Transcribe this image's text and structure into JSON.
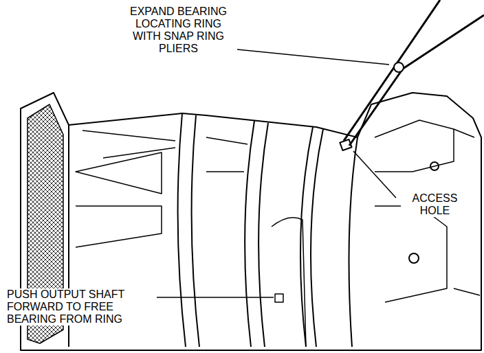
{
  "diagram": {
    "labels": [
      "EXPAND BEARING LOCATING RING WITH SNAP RING PLIERS",
      "ACCESS HOLE",
      "PUSH OUTPUT SHAFT FORWARD TO FREE BEARING FROM RING"
    ]
  }
}
